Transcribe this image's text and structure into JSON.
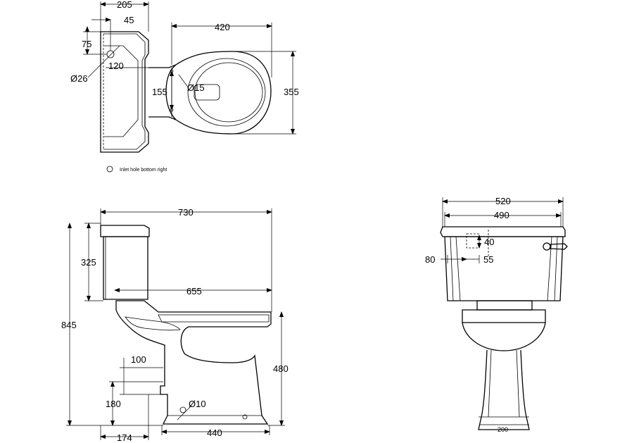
{
  "plan_view": {
    "dim_205": "205",
    "dim_45": "45",
    "dim_75": "75",
    "dim_120": "120",
    "dim_26": "Ø26",
    "dim_420": "420",
    "dim_155": "155",
    "dim_15": "Ø15",
    "dim_355": "355",
    "note": "Inlet hole bottom right"
  },
  "side_view": {
    "dim_730": "730",
    "dim_325": "325",
    "dim_655": "655",
    "dim_845": "845",
    "dim_100": "100",
    "dim_180": "180",
    "dim_480": "480",
    "dim_10": "Ø10",
    "dim_174": "174",
    "dim_440": "440"
  },
  "front_view": {
    "dim_520": "520",
    "dim_490": "490",
    "dim_40": "40",
    "dim_80": "80",
    "dim_55": "55",
    "dim_200": "200"
  }
}
